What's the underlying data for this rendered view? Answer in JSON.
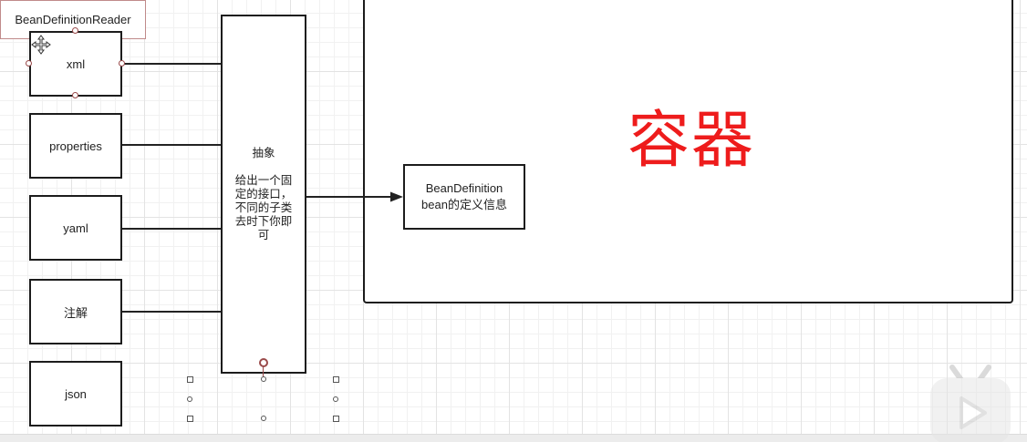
{
  "container": {
    "title": "容器"
  },
  "sources": [
    {
      "key": "xml",
      "label": "xml"
    },
    {
      "key": "properties",
      "label": "properties"
    },
    {
      "key": "yaml",
      "label": "yaml"
    },
    {
      "key": "annotation",
      "label": "注解"
    },
    {
      "key": "json",
      "label": "json"
    }
  ],
  "abstract": {
    "title": "抽象",
    "description_lines": [
      "给出一个固",
      "定的接口，",
      "不同的子类",
      "去时下你即",
      "可"
    ]
  },
  "reader": {
    "label": "BeanDefinitionReader"
  },
  "bean_definition": {
    "line1": "BeanDefinition",
    "line2": "bean的定义信息"
  },
  "colors": {
    "title": "#ee1c1c",
    "stroke": "#1c1c1c",
    "selection": "#c08a8a"
  },
  "icons": {
    "move": "move-cursor-icon",
    "logo": "bilibili-tv-icon"
  }
}
